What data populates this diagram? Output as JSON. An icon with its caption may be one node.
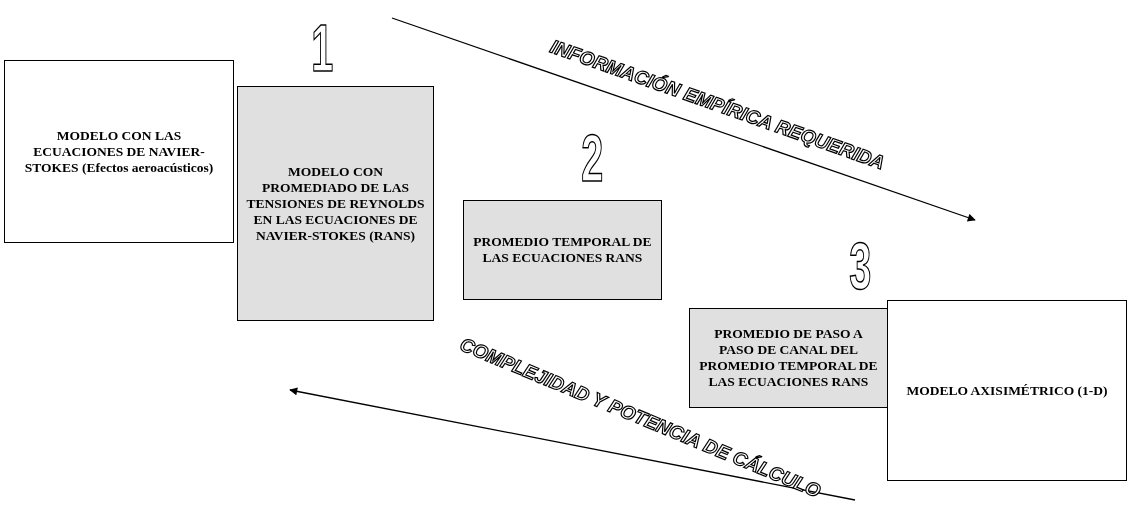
{
  "diagram": {
    "nodes": [
      {
        "text": [
          "MODELO CON LAS ECUACIONES DE NAVIER-STOKES (Efectos aeroacústicos)"
        ]
      },
      {
        "text": [
          "MODELO CON PROMEDIADO DE LAS TENSIONES DE REYNOLDS EN LAS ECUACIONES DE NAVIER-STOKES (RANS)"
        ]
      },
      {
        "text": [
          "PROMEDIO TEMPORAL DE LAS ECUACIONES RANS"
        ]
      },
      {
        "text": [
          "PROMEDIO DE PASO A PASO DE CANAL DEL PROMEDIO TEMPORAL DE LAS ECUACIONES RANS"
        ]
      },
      {
        "text": [
          "MODELO AXISIMÉTRICO (1-D)"
        ]
      }
    ],
    "labels": [
      "1",
      "INFORMACIÓN EMPÍRICA REQUERIDA",
      "2",
      "3",
      "COMPLEJIDAD Y POTENCIA DE CÁLCULO"
    ]
  }
}
